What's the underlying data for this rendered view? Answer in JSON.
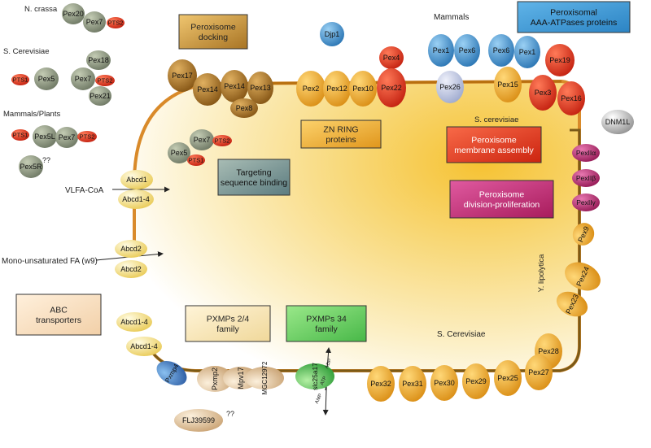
{
  "species": {
    "ncrassa": "N. crassa",
    "scerevisiae_top": "S. Cerevisiae",
    "mammals_plants": "Mammals/Plants",
    "mammals": "Mammals",
    "scerevisiae_membrane": "S. cerevisiae",
    "scerevisiae_bottom": "S. Cerevisiae",
    "ylipolytica": "Y. lipolytica"
  },
  "legend": {
    "docking": "Peroxisome docking",
    "aaa": "Peroxisomal AAA-ATPases proteins",
    "zn_ring": "ZN RING proteins",
    "membrane_assembly": "Peroxisome membrane assembly",
    "targeting": "Targeting sequence binding",
    "division": "Peroxisome division-proliferation",
    "abc": "ABC transporters",
    "pxmp24": "PXMPs 2/4 family",
    "pxmp34": "PXMPs 34 family"
  },
  "substrates": {
    "vlfa": "VLFA-CoA",
    "mufa": "Mono-unsaturated FA (w9)",
    "amp": "AMP",
    "atp": "ATP",
    "adp": "ADP"
  },
  "unknowns": {
    "pex5r": "??",
    "flj": "??"
  },
  "proteins": {
    "nc_pex20": "Pex20",
    "nc_pex7": "Pex7",
    "nc_pts2": "PTS2",
    "sc_pts1": "PTS1",
    "sc_pex5": "Pex5",
    "sc_pex18": "Pex18",
    "sc_pex7": "Pex7",
    "sc_pts2": "PTS2",
    "sc_pex21": "Pex21",
    "mp_pts1": "PTS1",
    "mp_pex5l": "Pex5L",
    "mp_pex7": "Pex7",
    "mp_pts2": "PTS2",
    "mp_pex5r": "Pex5R",
    "in_pex7": "Pex7",
    "in_pts2": "PTS2",
    "in_pex5": "Pex5",
    "in_pts1": "PTS1",
    "pex17": "Pex17",
    "pex14a": "Pex14",
    "pex14b": "Pex14",
    "pex13": "Pex13",
    "pex8": "Pex8",
    "djp1": "Djp1",
    "pex2": "Pex2",
    "pex12": "Pex12",
    "pex10": "Pex10",
    "pex4": "Pex4",
    "pex22": "Pex22",
    "m_pex1": "Pex1",
    "m_pex6": "Pex6",
    "pex26": "Pex26",
    "s_pex6": "Pex6",
    "s_pex1": "Pex1",
    "pex15": "Pex15",
    "pex19": "Pex19",
    "pex3": "Pex3",
    "pex16": "Pex16",
    "dnm1l": "DNM1L",
    "pex11a": "PexIIα",
    "pex11b": "PexIIβ",
    "pex11g": "PexIIγ",
    "pex9": "Pex9",
    "pex24": "Pex24",
    "pex23": "Pex23",
    "pex28": "Pex28",
    "pex27": "Pex27",
    "pex25": "Pex25",
    "pex29": "Pex29",
    "pex30": "Pex30",
    "pex31": "Pex31",
    "pex32": "Pex32",
    "abcd1": "Abcd1",
    "abcd1_4a": "Abcd1-4",
    "abcd2a": "Abcd2",
    "abcd2b": "Abcd2",
    "abcd1_4b": "Abcd1-4",
    "abcd1_4c": "Abcd1-4",
    "pxmp4": "Pxmp4",
    "pxmp2": "Pxmp2",
    "mpv17": "Mpv17",
    "mgc": "MGC12972",
    "slc25a17": "slc25a17",
    "flj39599": "FLJ39599"
  },
  "colors": {
    "gray": "#8a9478",
    "red": "#e23a1c",
    "brown": "#9c6a1c",
    "orange": "#e8a424",
    "blue": "#3f8cc8",
    "paleblue": "#c6cde2",
    "magenta": "#b02468",
    "yellow": "#f3e08e",
    "tan": "#e6cda0",
    "green": "#5cc858",
    "membrane": "#d98a2a"
  }
}
